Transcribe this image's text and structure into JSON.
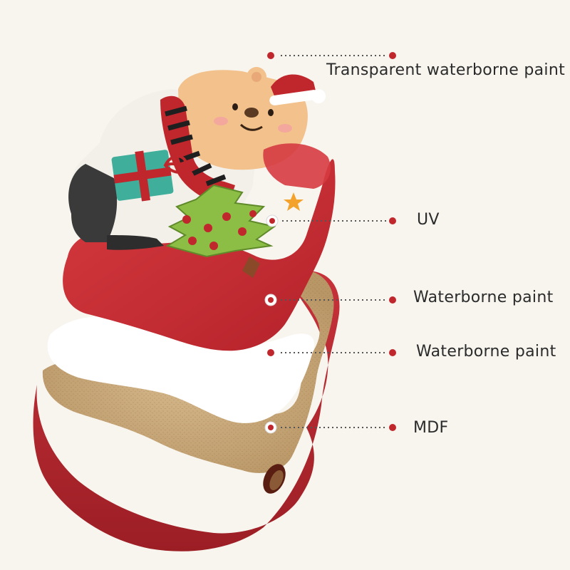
{
  "callouts": [
    {
      "label": "Transparent waterborne paint"
    },
    {
      "label": "UV"
    },
    {
      "label": "Waterborne paint"
    },
    {
      "label": "Waterborne paint"
    },
    {
      "label": "MDF"
    }
  ],
  "colors": {
    "background": "#f8f5ef",
    "wood_red": "#c0272d",
    "wood_red_dark": "#8e1c22",
    "mdf": "#c9a97a",
    "white_primer": "#ffffff",
    "dot_red": "#c0272d",
    "leader_line": "#555555"
  },
  "icons": [
    "bear-with-santa-hat",
    "gift-box",
    "christmas-tree",
    "scarf"
  ]
}
